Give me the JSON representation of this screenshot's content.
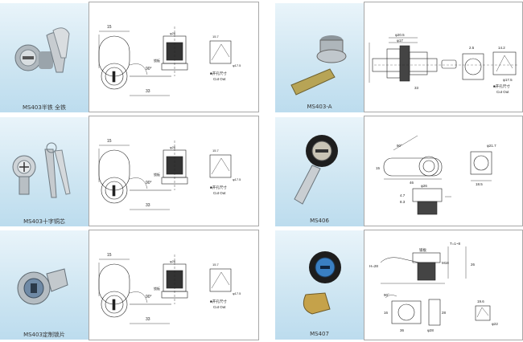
{
  "products": [
    {
      "model": "MS403半铁 全铁"
    },
    {
      "model": "MS403十字铜芯"
    },
    {
      "model": "MS403定制锁片"
    },
    {
      "model": "MS403-A"
    },
    {
      "model": "MS406"
    },
    {
      "model": "MS407"
    }
  ],
  "drawings": {
    "ms403": {
      "dim_15": "15",
      "dim_33": "33",
      "angle": "90°",
      "label_lockplate": "锁板",
      "dim_phi26": "φ26",
      "dim_phi17_5": "φ17.5",
      "dim_15_7": "15.7",
      "cutout_cn": "■开孔尺寸",
      "cutout_en": "Cut Out"
    },
    "ms403a": {
      "dim_phi205": "φ20.5",
      "dim_phi17": "φ17",
      "dim_phi175": "φ17.5",
      "dim_142": "14.2",
      "dim_33": "33",
      "dim_25": "2.5",
      "cutout_cn": "■开孔尺寸",
      "cutout_en": "Cut Out"
    },
    "ms406": {
      "angle": "90°",
      "dim_15": "15",
      "dim_46": "46",
      "dim_phi217": "φ21.7",
      "dim_185": "18.5",
      "dim_phi26": "φ26",
      "dim_47": "4.7",
      "dim_83": "8.3"
    },
    "ms407": {
      "dim_h28": "H=28",
      "dim_t1to8": "T=1~8",
      "dim_m18": "M18",
      "dim_26": "26",
      "label_lock": "锁板",
      "angle": "90°",
      "dim_36": "36",
      "dim_16": "16",
      "dim_28": "28",
      "dim_phi28": "φ28",
      "dim_196": "19.6",
      "dim_phi22": "φ22"
    }
  }
}
